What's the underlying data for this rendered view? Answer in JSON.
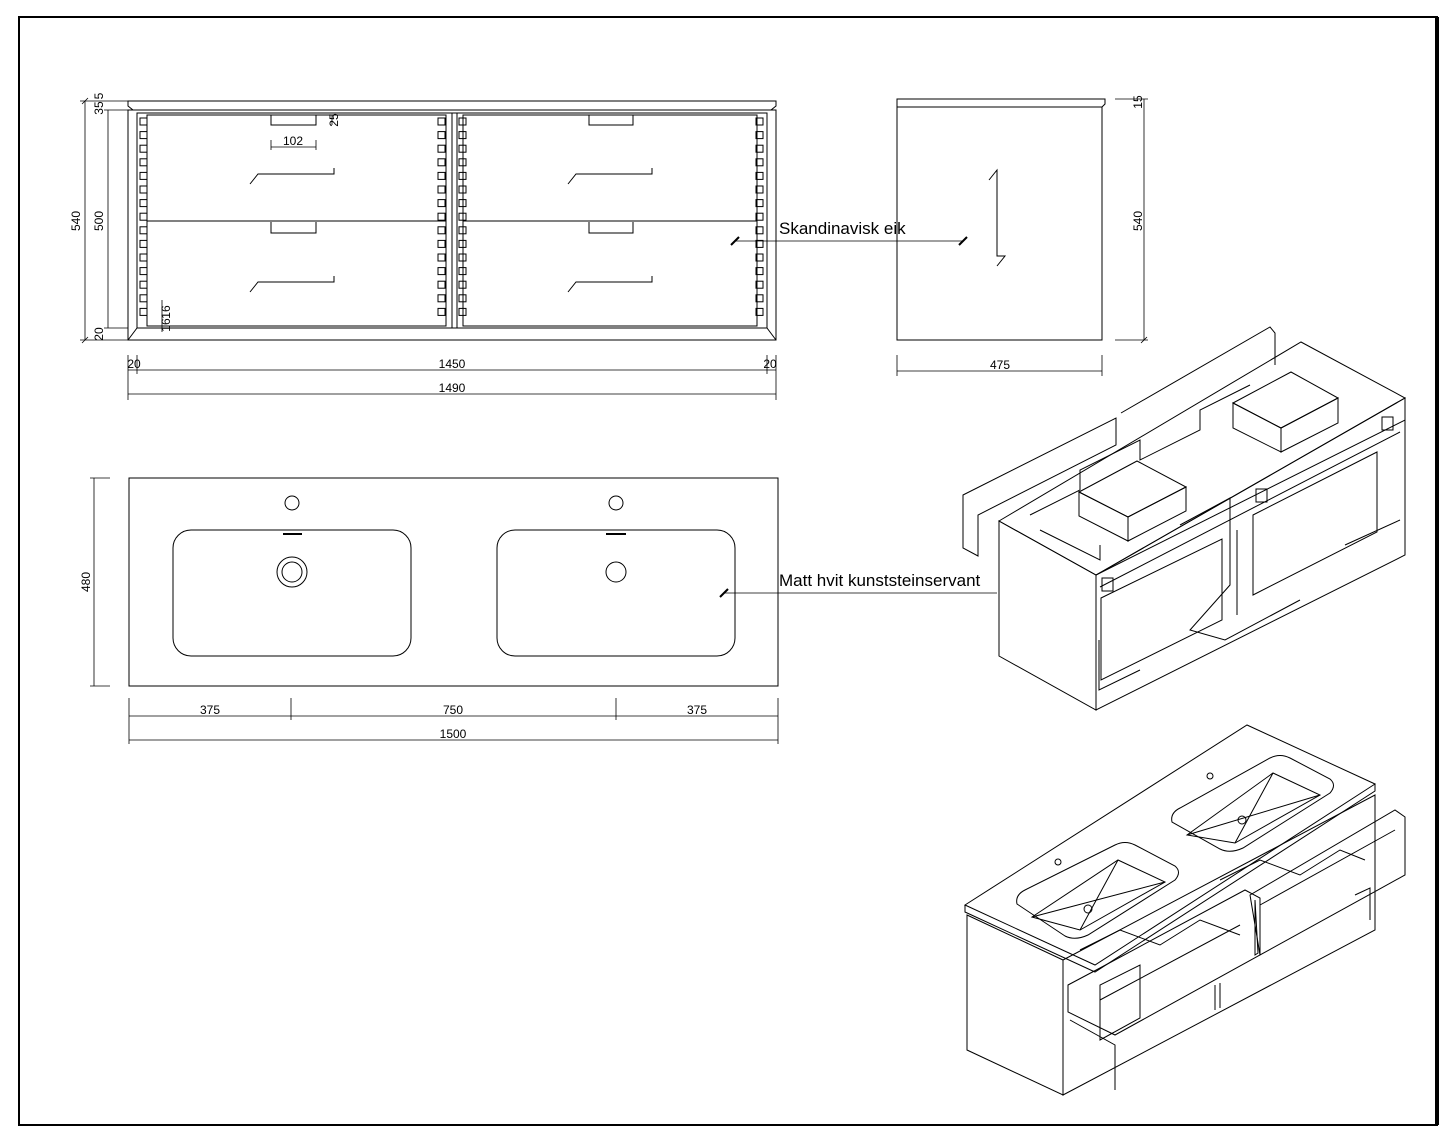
{
  "labels": {
    "wood": "Skandinavisk eik",
    "basin": "Matt hvit kunststeinservant"
  },
  "front_view": {
    "h_total": "540",
    "h_body": "500",
    "top_a": "35",
    "top_b": "5",
    "bottom": "20",
    "handle_width": "102",
    "handle_height": "25",
    "slot_a": "16",
    "slot_b": "16",
    "side_left": "20",
    "inner_width": "1450",
    "side_right": "20",
    "total_width": "1490"
  },
  "side_view": {
    "top_thk": "15",
    "height": "540",
    "depth": "475"
  },
  "top_view": {
    "depth": "480",
    "left": "375",
    "center": "750",
    "right": "375",
    "total": "1500"
  }
}
